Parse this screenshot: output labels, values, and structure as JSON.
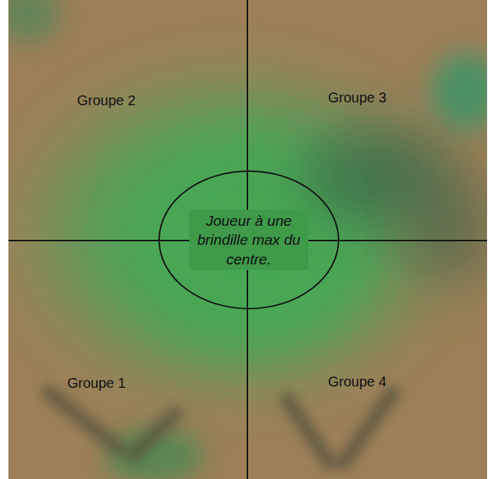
{
  "diagram": {
    "nodes": [
      {
        "text": [
          "Joueur à une brindille max du centre."
        ]
      }
    ],
    "labels": [
      "Groupe 2",
      "Groupe 3",
      "Groupe 1",
      "Groupe 4"
    ]
  }
}
